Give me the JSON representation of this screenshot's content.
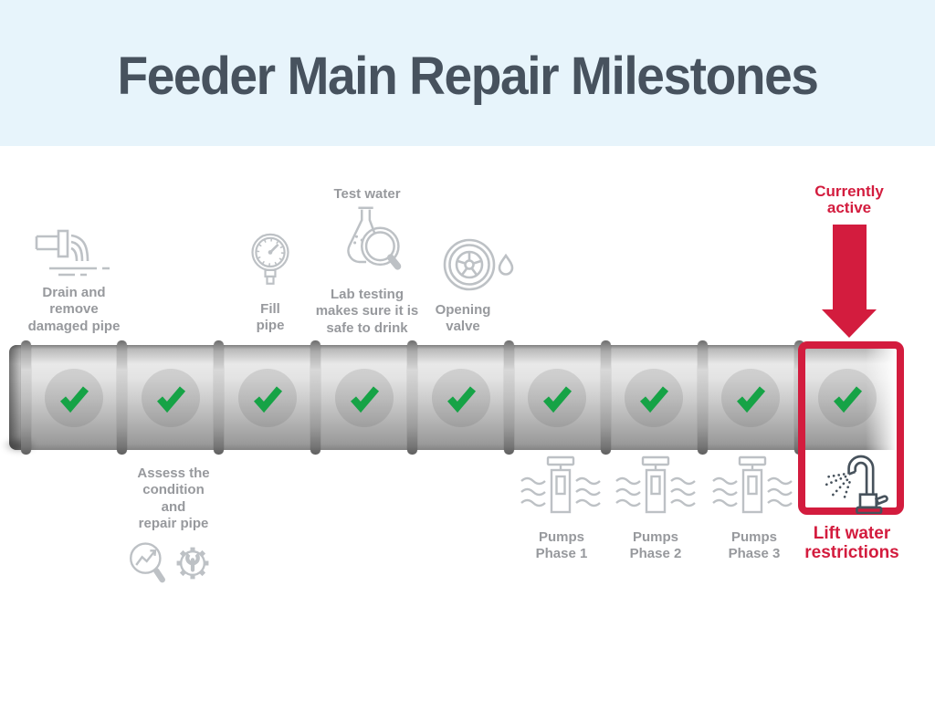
{
  "title": "Feeder Main Repair Milestones",
  "colors": {
    "banner": "#e7f4fb",
    "title": "#47525e",
    "icon_gray": "#bdc1c5",
    "label_gray": "#97999d",
    "green": "#16a346",
    "red": "#d31c3e",
    "faucet_dark": "#47525c"
  },
  "pipe": {
    "segment_count": 9,
    "completed_count": 9,
    "check_glyph": "checkmark"
  },
  "milestones_above": {
    "drain": {
      "label": "Drain and\nremove\ndamaged pipe"
    },
    "fill": {
      "label": "Fill\npipe"
    },
    "test": {
      "heading": "Test water",
      "label": "Lab testing\nmakes sure it is\nsafe to drink"
    },
    "valve": {
      "label": "Opening\nvalve"
    }
  },
  "milestones_below": {
    "assess": {
      "label": "Assess the\ncondition\nand\nrepair pipe"
    },
    "pumps_phase_1": {
      "label": "Pumps\nPhase 1"
    },
    "pumps_phase_2": {
      "label": "Pumps\nPhase 2"
    },
    "pumps_phase_3": {
      "label": "Pumps\nPhase 3"
    }
  },
  "active_milestone": {
    "callout": "Currently\nactive",
    "label": "Lift water\nrestrictions"
  }
}
